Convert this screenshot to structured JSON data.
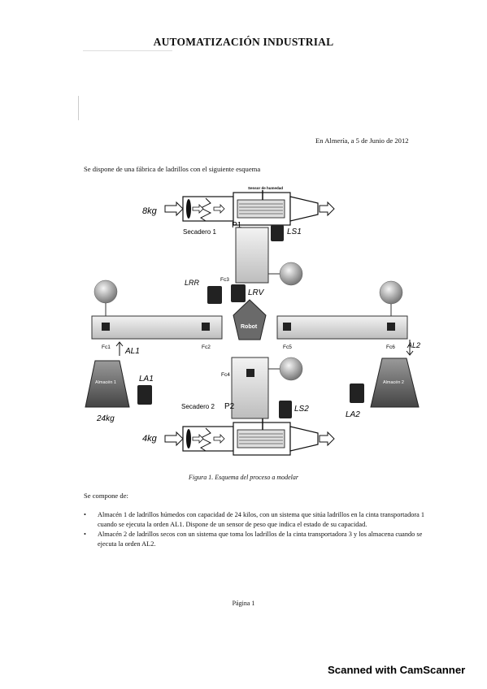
{
  "document": {
    "title": "AUTOMATIZACIÓN INDUSTRIAL",
    "place_date": "En Almería, a 5 de Junio de 2012",
    "intro": "Se dispone de una fábrica de ladrillos con el siguiente esquema",
    "figure_caption": "Figura 1. Esquema del proceso a modelar",
    "components_label": "Se compone de:",
    "bullets": [
      "Almacén 1 de ladrillos húmedos con capacidad de 24 kilos, con un sistema que sitúa ladrillos en la cinta transportadora 1 cuando se ejecuta la orden AL1. Dispone de un sensor de peso que indica el estado de su capacidad.",
      "Almacén 2 de ladrillos secos con un sistema que toma los ladrillos de la cinta transportadora 3 y los almacena cuando se ejecuta la orden AL2."
    ],
    "page_number": "Página 1",
    "scanner_watermark": "Scanned with CamScanner"
  },
  "diagram": {
    "top_label": "Sensor de humedad",
    "top_weight": "8kg",
    "bottom_weight": "4kg",
    "secadero1": "Secadero 1",
    "secadero2": "Secadero 2",
    "p1": "P1",
    "p2": "P2",
    "ls1": "LS1",
    "ls2": "LS2",
    "lrr": "LRR",
    "lrv": "LRV",
    "robot": "Robot",
    "fc1": "Fc1",
    "fc2": "Fc2",
    "fc3": "Fc3",
    "fc4": "Fc4",
    "fc5": "Fc5",
    "fc6": "Fc6",
    "al1": "AL1",
    "al2": "AL2",
    "la1": "LA1",
    "la2": "LA2",
    "almacen1": "Almacén 1",
    "almacen2": "Almacén 2",
    "almacen1_weight": "24kg"
  }
}
